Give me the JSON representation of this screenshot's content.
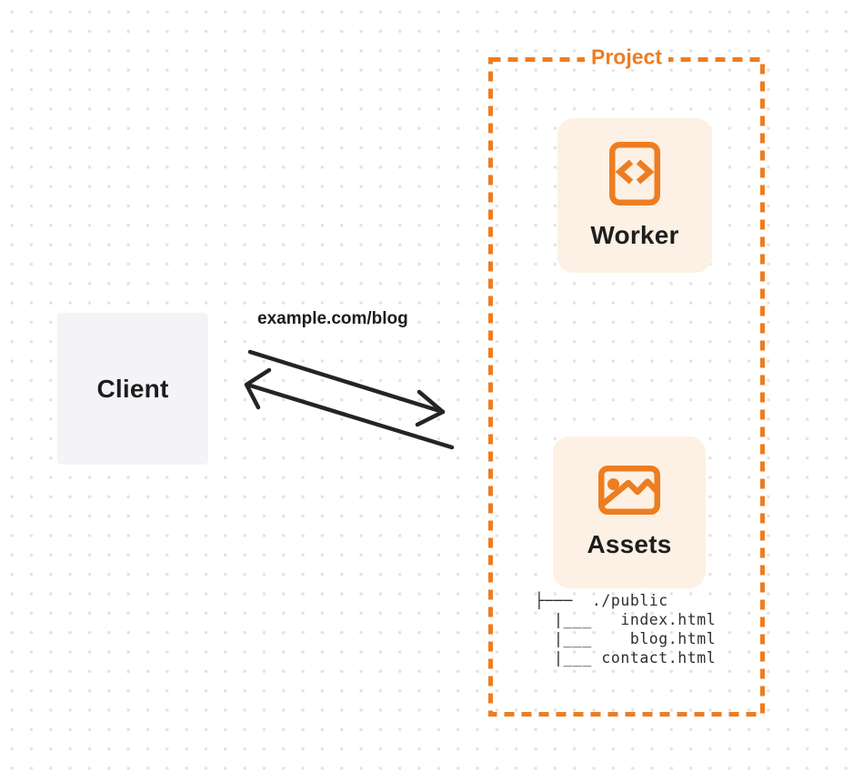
{
  "diagram": {
    "client": {
      "label": "Client"
    },
    "request": {
      "url_label": "example.com/blog"
    },
    "project": {
      "label": "Project",
      "worker": {
        "label": "Worker",
        "icon": "code-file-icon"
      },
      "assets": {
        "label": "Assets",
        "icon": "image-icon"
      },
      "file_tree_lines": [
        "├───  ./public",
        "  |___   index.html",
        "  |___    blog.html",
        "  |___ contact.html"
      ]
    },
    "colors": {
      "accent_orange": "#ee7d21",
      "card_background": "#fcf1e4",
      "client_background": "#f4f4f6",
      "arrow": "#242424",
      "text_dark": "#1e1e1e",
      "dot_grid": "#e3e3e6"
    }
  }
}
